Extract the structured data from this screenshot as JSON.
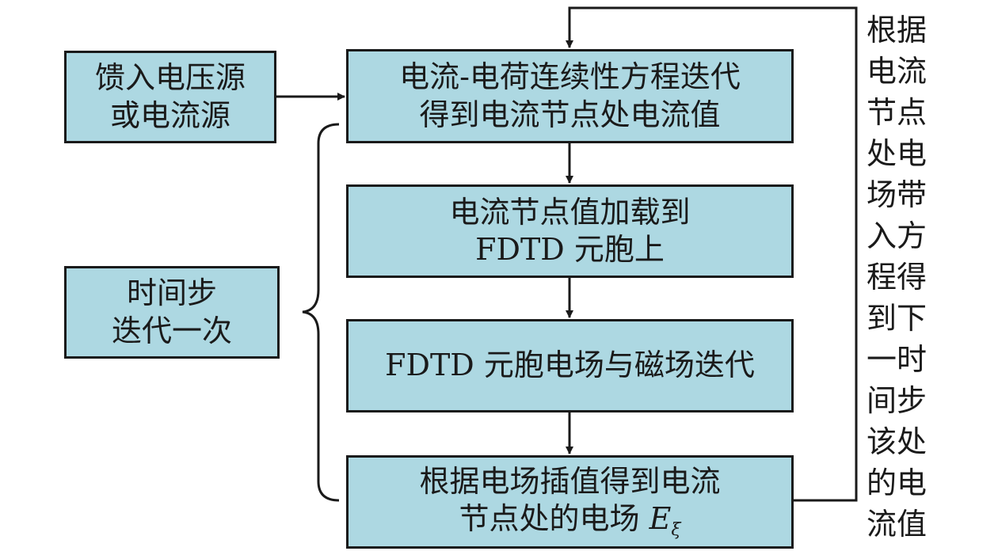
{
  "source_box": {
    "line1": "馈入电压源",
    "line2": "或电流源"
  },
  "loop_box": {
    "line1": "时间步",
    "line2": "迭代一次"
  },
  "step1": {
    "line1": "电流-电荷连续性方程迭代",
    "line2": "得到电流节点处电流值"
  },
  "step2": {
    "line1": "电流节点值加载到",
    "line2": "FDTD 元胞上"
  },
  "step3": {
    "line1": "FDTD 元胞电场与磁场迭代"
  },
  "step4": {
    "line1": "根据电场插值得到电流",
    "line2_prefix": "节点处的电场 ",
    "symbol": "E",
    "subscript": "ξ"
  },
  "feedback_text": [
    "根据",
    "电流",
    "节点",
    "处电",
    "场带",
    "入方",
    "程得",
    "到下",
    "一时",
    "间步",
    "该处",
    "的电",
    "流值"
  ],
  "colors": {
    "box_fill": "#add8e2",
    "stroke": "#1a1a1a"
  }
}
